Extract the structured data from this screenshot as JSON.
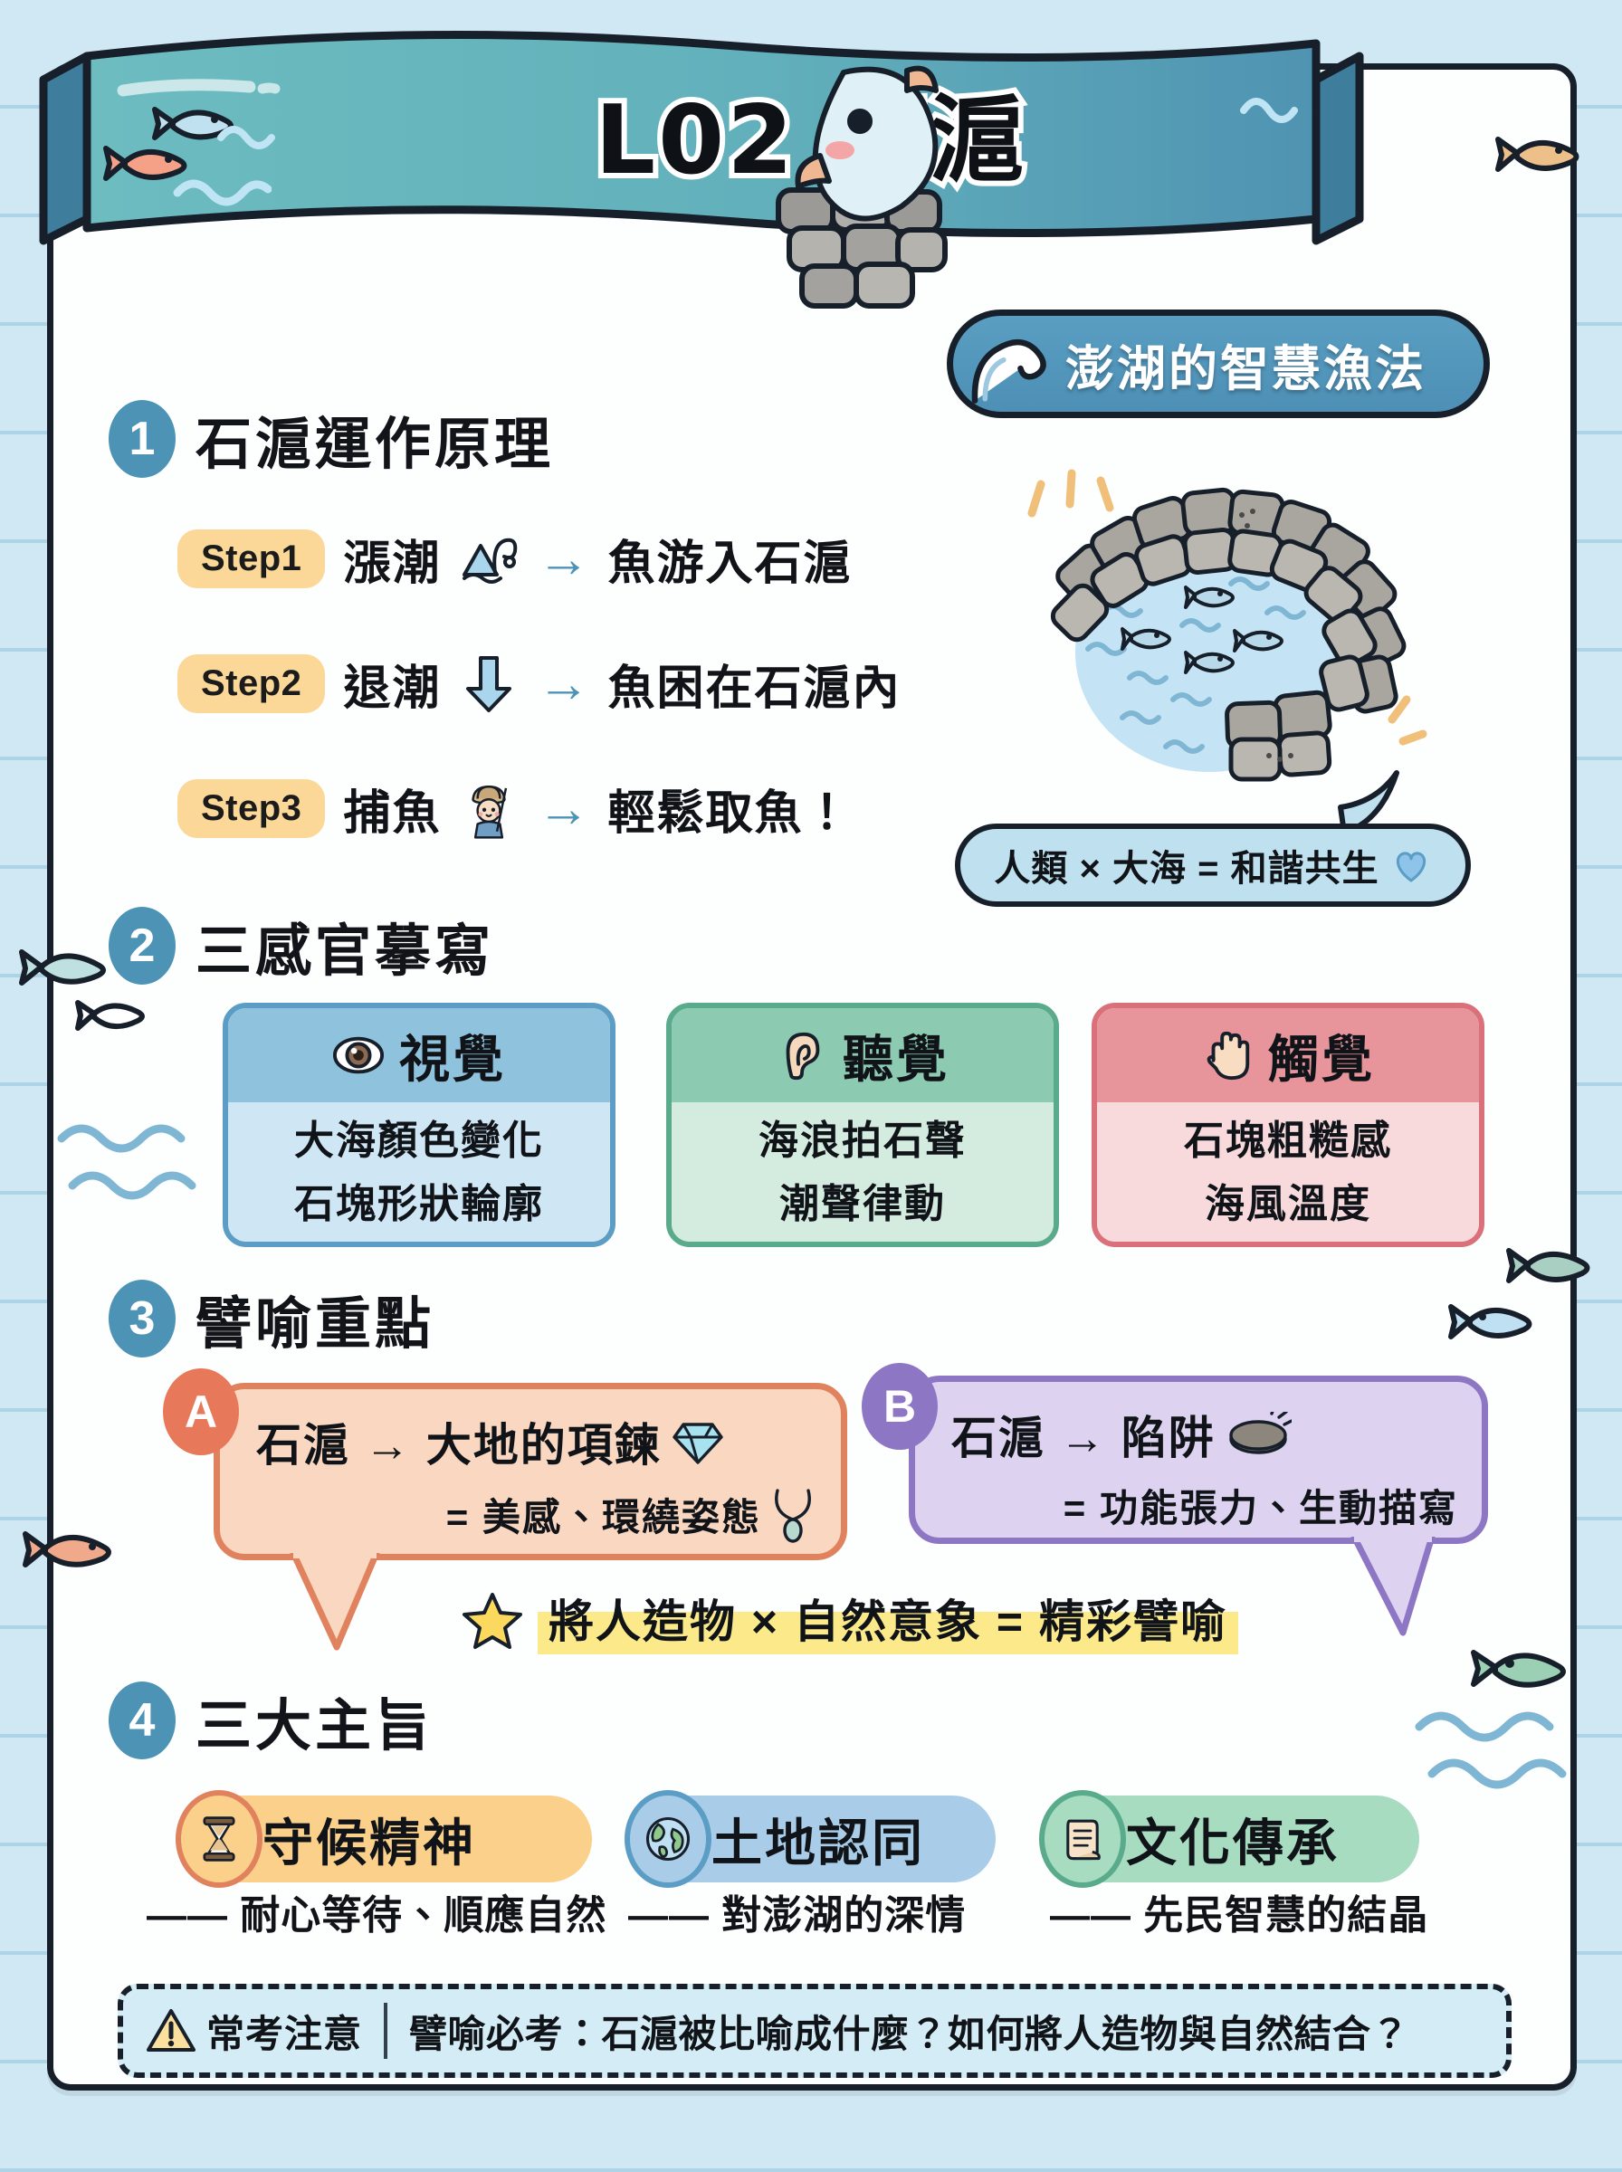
{
  "poster": {
    "title": "L02 石滬",
    "subtitle": "澎湖的智慧漁法"
  },
  "colors": {
    "page_bg": "#cfe8f3",
    "banner": "#64b6bd",
    "accent_blue": "#4d93b5",
    "chip_yellow": "#fbd898",
    "highlight_yellow": "#fbe98a",
    "bubble_a": "#fad7c0",
    "bubble_a_border": "#e0825e",
    "bubble_b": "#ddd2f0",
    "bubble_b_border": "#8d76c4"
  },
  "sections": [
    {
      "number": "1",
      "title": "石滬運作原理",
      "steps": [
        {
          "chip": "Step1",
          "word": "漲潮",
          "icon": "wave-icon",
          "arrow": "→",
          "result": "魚游入石滬"
        },
        {
          "chip": "Step2",
          "word": "退潮",
          "icon": "down-arrow-icon",
          "arrow": "→",
          "result": "魚困在石滬內"
        },
        {
          "chip": "Step3",
          "word": "捕魚",
          "icon": "fisherman-icon",
          "arrow": "→",
          "result": "輕鬆取魚！"
        }
      ],
      "illustration": "stone-weir-illustration",
      "quote": "人類 × 大海 = 和諧共生",
      "quote_icon": "heart-icon"
    },
    {
      "number": "2",
      "title": "三感官摹寫",
      "cards": [
        {
          "icon": "eye-icon",
          "heading": "視覺",
          "lines": [
            "大海顏色變化",
            "石塊形狀輪廓"
          ],
          "head_color": "#8fc2dc",
          "body_color": "#cfe6f4",
          "border_color": "#5b9dc4"
        },
        {
          "icon": "ear-icon",
          "heading": "聽覺",
          "lines": [
            "海浪拍石聲",
            "潮聲律動"
          ],
          "head_color": "#8ccbb2",
          "body_color": "#d3ecdf",
          "border_color": "#5aab8c"
        },
        {
          "icon": "hand-icon",
          "heading": "觸覺",
          "lines": [
            "石塊粗糙感",
            "海風溫度"
          ],
          "head_color": "#e8949b",
          "body_color": "#f8dadd",
          "border_color": "#da7079"
        }
      ]
    },
    {
      "number": "3",
      "title": "譬喻重點",
      "metaphors": [
        {
          "badge": "A",
          "badge_color": "#e8785a",
          "bubble_bg": "#fad7c0",
          "bubble_border": "#e0825e",
          "line1": "石滬 → 大地的項鍊",
          "line1_icon": "diamond-icon",
          "line2": "= 美感、環繞姿態",
          "line2_icon": "necklace-icon"
        },
        {
          "badge": "B",
          "badge_color": "#8d76c4",
          "bubble_bg": "#ddd2f0",
          "bubble_border": "#8d76c4",
          "line1": "石滬 → 陷阱",
          "line1_icon": "hole-icon",
          "line2": "= 功能張力、生動描寫",
          "line2_icon": ""
        }
      ],
      "highlight": {
        "icon": "star-icon",
        "text": "將人造物 × 自然意象 = 精彩譬喻"
      }
    },
    {
      "number": "4",
      "title": "三大主旨",
      "themes": [
        {
          "icon": "hourglass-icon",
          "label": "守候精神",
          "sub": "—— 耐心等待、順應自然",
          "pill_color": "#fbd08a",
          "ring_color": "#e0825e"
        },
        {
          "icon": "globe-icon",
          "label": "土地認同",
          "sub": "—— 對澎湖的深情",
          "pill_color": "#a9cde8",
          "ring_color": "#5b9dc4"
        },
        {
          "icon": "scroll-icon",
          "label": "文化傳承",
          "sub": "—— 先民智慧的結晶",
          "pill_color": "#a7dcc0",
          "ring_color": "#5aab8c"
        }
      ]
    }
  ],
  "footer": {
    "icon": "warning-icon",
    "label": "常考注意",
    "body": "譬喻必考：石滬被比喻成什麼？如何將人造物與自然結合？"
  }
}
